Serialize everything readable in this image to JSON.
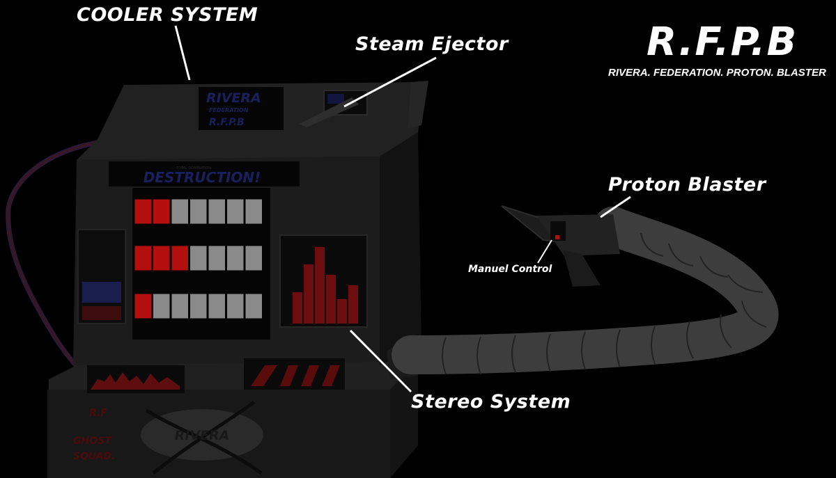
{
  "brand": {
    "title": "R.F.P.B",
    "subtitle": "RIVERA. FEDERATION. PROTON. BLASTER"
  },
  "callouts": {
    "cooler_system": "COOLER SYSTEM",
    "steam_ejector": "Steam Ejector",
    "proton_blaster": "Proton Blaster",
    "manual_control": "Manuel Control",
    "stereo_system": "Stereo System"
  },
  "device": {
    "top_panel": [
      "RIVERA",
      "FEDERATION",
      "R.F.P.B"
    ],
    "display_small": "TOTAL DOMINATION",
    "display_main": "DESTRUCTION!",
    "base_text": [
      "R.F",
      "GHOST",
      "SQUAD."
    ],
    "base_logo": "RIVERA"
  },
  "meters": [
    {
      "filled": 2,
      "total": 7
    },
    {
      "filled": 3,
      "total": 7
    },
    {
      "filled": 1,
      "total": 7
    }
  ],
  "colors": {
    "background": "#000000",
    "body_dark": "#1c1c1c",
    "body_mid": "#262626",
    "meter_red": "#b30f0f",
    "meter_grey": "#8a8a8a",
    "hose": "#3e3e3e",
    "label": "#ffffff",
    "text_blue": "#1a1f5e"
  }
}
